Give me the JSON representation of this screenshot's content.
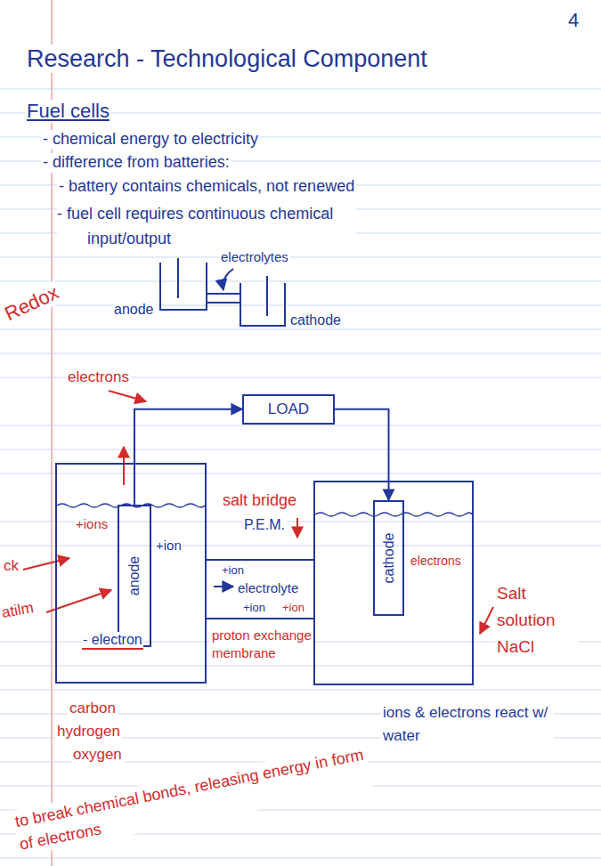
{
  "diagram": {
    "title": "Research - Technological Component",
    "nodes": [
      {
        "text": [
          "LOAD"
        ]
      },
      {
        "text": [
          "+ions",
          "+ion",
          "- electron"
        ]
      },
      {
        "text": [
          "anode"
        ],
        "in": 1
      },
      {
        "text": [
          "+ion",
          "electrolyte",
          "+ion",
          "+ion"
        ]
      },
      {
        "text": [
          "electrons"
        ]
      },
      {
        "text": [
          "cathode"
        ],
        "in": 4
      }
    ],
    "edges": [
      {
        "from": 2,
        "to": 0,
        "arrow": "to"
      },
      {
        "from": 0,
        "to": 5,
        "arrow": "to"
      }
    ],
    "labels": [
      "4",
      "Fuel cells",
      "- chemical energy to electricity",
      "- difference from batteries:",
      "- battery contains chemicals, not renewed",
      "- fuel cell requires continuous chemical input/output",
      "electrolytes",
      "anode",
      "cathode",
      "Redox",
      "electrons",
      "salt bridge",
      "P.E.M.",
      "ck",
      "atilm",
      "proton exchange membrane",
      "Salt solution NaCl",
      "ions & electrons react w/ water",
      "carbon",
      "hydrogen",
      "oxygen",
      "to break chemical bonds, releasing energy in form of electrons"
    ]
  }
}
